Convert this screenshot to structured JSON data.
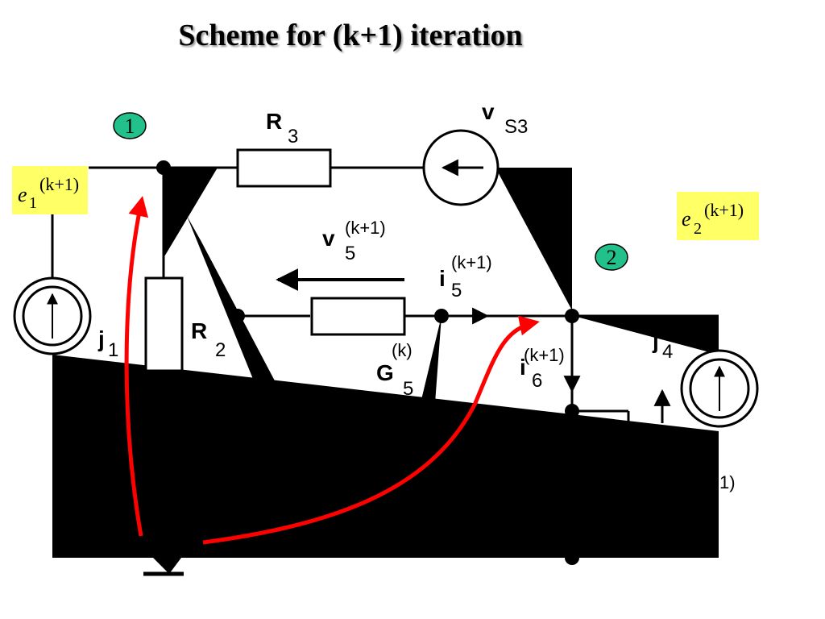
{
  "title": "Scheme for (k+1) iteration",
  "colors": {
    "highlight_box": "#ffff66",
    "node_badge": "#22c08a",
    "red_path": "#ff0000",
    "black_fill": "#000000"
  },
  "nodes": {
    "node1": "1",
    "node2": "2"
  },
  "potentials": {
    "e1": {
      "base": "e",
      "index": "1",
      "superscript": "(k+1)"
    },
    "e2": {
      "base": "e",
      "index": "2",
      "superscript": "(k+1)"
    }
  },
  "labels": {
    "R3": {
      "main": "R",
      "sub": "3"
    },
    "vS3": {
      "main": "v",
      "sub": "S3"
    },
    "v5": {
      "main": "v",
      "sub": "5",
      "sup": "(k+1)"
    },
    "i5": {
      "main": "i",
      "sub": "5",
      "sup": "(k+1)"
    },
    "j1": {
      "main": "j",
      "sub": "1"
    },
    "R2": {
      "main": "R",
      "sub": "2"
    },
    "G5": {
      "main": "G",
      "sub": "5",
      "sup": "(k)"
    },
    "i6": {
      "main": "i",
      "sub": "6",
      "sup": "(k+1)"
    },
    "j4": {
      "main": "j",
      "sub": "4"
    },
    "partial": "1)"
  },
  "icons": [
    "current-source-icon",
    "voltage-source-icon",
    "ground-icon",
    "arrow-icon"
  ]
}
